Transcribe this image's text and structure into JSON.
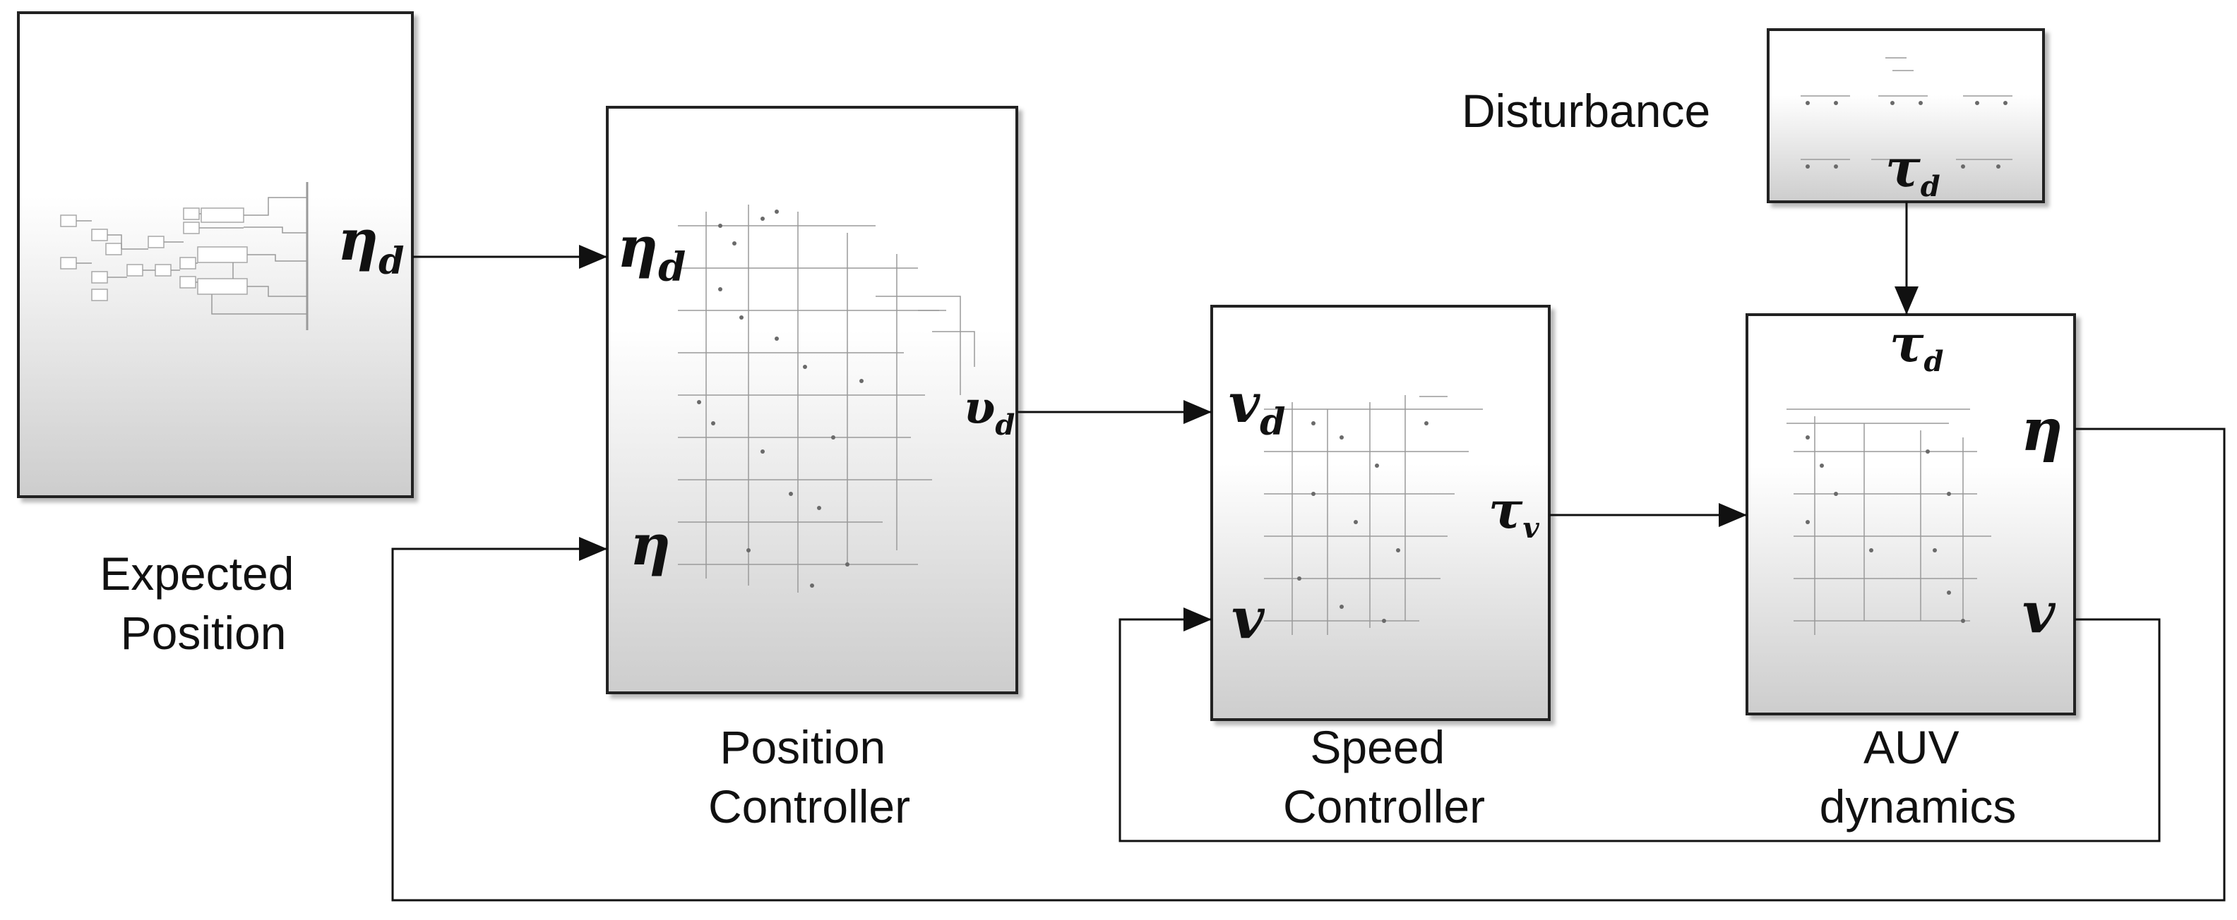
{
  "colors": {
    "block_gradient_top": "#ffffff",
    "block_gradient_bottom": "#cfcfcf",
    "block_border": "#222222",
    "wire": "#111111",
    "background": "#ffffff"
  },
  "blocks": {
    "expected_position": {
      "label_lines": [
        "Expected",
        "Position"
      ],
      "port_out": "η",
      "port_out_sub": "d"
    },
    "position_controller": {
      "label_lines": [
        "Position",
        "Controller"
      ],
      "port_in_1": "η",
      "port_in_1_sub": "d",
      "port_in_2": "η",
      "port_out": "υ",
      "port_out_sub": "d"
    },
    "speed_controller": {
      "label_lines": [
        "Speed",
        "Controller"
      ],
      "port_in_1": "v",
      "port_in_1_sub": "d",
      "port_in_2": "v",
      "port_out": "τ",
      "port_out_sub": "v"
    },
    "auv_dynamics": {
      "label_lines": [
        "AUV",
        "dynamics"
      ],
      "port_in_top": "τ",
      "port_in_top_sub": "d",
      "port_out_1": "η",
      "port_out_2": "v"
    },
    "disturbance": {
      "label": "Disturbance",
      "port_out": "τ",
      "port_out_sub": "d"
    }
  }
}
